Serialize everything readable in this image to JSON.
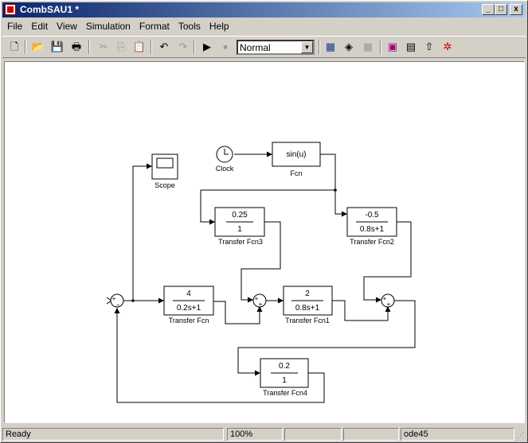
{
  "window": {
    "title": "CombSAU1 *"
  },
  "title_buttons": {
    "minimize": "_",
    "maximize": "□",
    "close": "x"
  },
  "menu": [
    "File",
    "Edit",
    "View",
    "Simulation",
    "Format",
    "Tools",
    "Help"
  ],
  "toolbar": {
    "sim_mode": "Normal"
  },
  "blocks": {
    "clock": "Clock",
    "fcn": {
      "expr": "sin(u)",
      "label": "Fcn"
    },
    "scope": "Scope",
    "tf3": {
      "num": "0.25",
      "den": "1",
      "label": "Transfer Fcn3"
    },
    "tf2": {
      "num": "-0.5",
      "den": "0.8s+1",
      "label": "Transfer Fcn2"
    },
    "tf": {
      "num": "4",
      "den": "0.2s+1",
      "label": "Transfer Fcn"
    },
    "tf1": {
      "num": "2",
      "den": "0.8s+1",
      "label": "Transfer Fcn1"
    },
    "tf4": {
      "num": "0.2",
      "den": "1",
      "label": "Transfer Fcn4"
    }
  },
  "sums": {
    "plus": "+",
    "minus": "−"
  },
  "status": {
    "left": "Ready",
    "zoom": "100%",
    "solver": "ode45"
  }
}
